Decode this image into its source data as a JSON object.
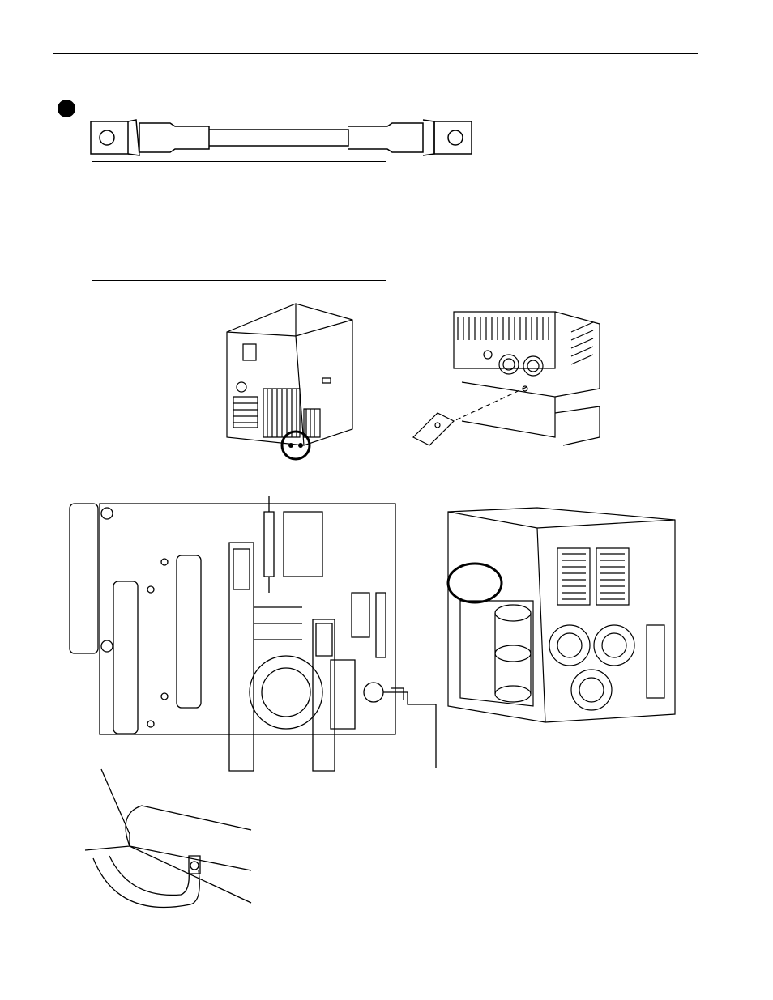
{
  "page": {
    "header_rule": true,
    "footer_rule": true,
    "step_bullet": "filled-circle",
    "table": {
      "header": "",
      "body": ""
    },
    "figures": [
      "cable-with-ring-lugs",
      "power-supply-rear-with-circled-lug",
      "ground-stud-detail",
      "circuit-board-with-cables",
      "power-supply-side-with-fans",
      "chassis-ground-cable-detail"
    ]
  }
}
